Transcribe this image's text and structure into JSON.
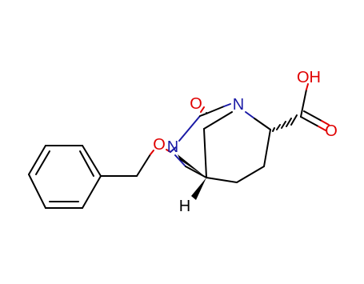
{
  "molecule": {
    "atom_labels": {
      "carbonyl_o": "O",
      "n_ring": "N",
      "n_oxy": "N",
      "oxy_link": "O",
      "acid_oh": "OH",
      "acid_o": "O",
      "bridgehead_h": "H"
    },
    "colors": {
      "carbon": "#000000",
      "nitrogen": "#1a1aa6",
      "oxygen": "#e00000"
    }
  }
}
